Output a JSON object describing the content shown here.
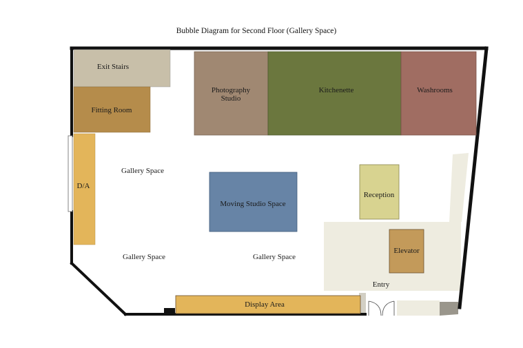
{
  "title": "Bubble Diagram for Second Floor (Gallery Space)",
  "rooms": {
    "exit_stairs": {
      "label": "Exit Stairs",
      "color": "#c8bfa9"
    },
    "fitting_room": {
      "label": "Fitting Room",
      "color": "#b58c4b"
    },
    "photography": {
      "label_line1": "Photography",
      "label_line2": "Studio",
      "color": "#a08872"
    },
    "kitchenette": {
      "label": "Kitchenette",
      "color": "#6b773e"
    },
    "washrooms": {
      "label": "Washrooms",
      "color": "#a06d62"
    },
    "da": {
      "label": "D/A",
      "color": "#e3b55a"
    },
    "moving_studio": {
      "label": "Moving Studio Space",
      "color": "#6784a6"
    },
    "reception": {
      "label": "Reception",
      "color": "#d8d390"
    },
    "elevator": {
      "label": "Elevator",
      "color": "#c39a5a"
    },
    "display_area": {
      "label": "Display Area",
      "color": "#e3b55a"
    }
  },
  "labels": {
    "gallery_1": "Gallery Space",
    "gallery_2": "Gallery Space",
    "gallery_3": "Gallery Space",
    "entry": "Entry"
  },
  "colors": {
    "wall": "#111111",
    "entry_zone": "#eeece0",
    "entry_wall": "#9a968c"
  }
}
